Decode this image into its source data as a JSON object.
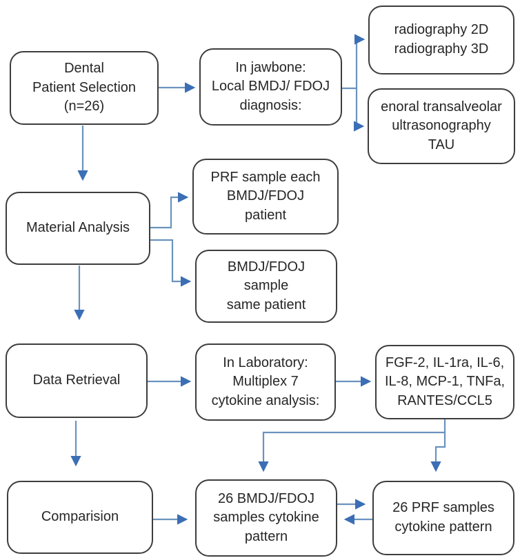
{
  "figure": {
    "type": "flowchart",
    "description": "Study workflow flowchart: dental patient selection, material analysis, data retrieval and comparison of cytokine patterns"
  },
  "colors": {
    "background": "#ffffff",
    "box_fill": "#ffffff",
    "box_border": "#3d3d3d",
    "text": "#262626",
    "connector_line": "#6a92bd",
    "arrowhead": "#3b6eb5"
  },
  "boxes": {
    "dental_patient_selection": {
      "label": "Dental\nPatient Selection\n(n=26)"
    },
    "jawbone_diagnosis": {
      "label": "In jawbone:\nLocal BMDJ/ FDOJ\ndiagnosis:"
    },
    "radiography": {
      "label": "radiography 2D\nradiography 3D"
    },
    "ultrasonography": {
      "label": "enoral transalveolar\nultrasonography\nTAU"
    },
    "material_analysis": {
      "label": "Material Analysis"
    },
    "prf_sample": {
      "label": "PRF sample each\nBMDJ/FDOJ\npatient"
    },
    "bmdj_sample": {
      "label": "BMDJ/FDOJ\nsample\nsame patient"
    },
    "data_retrieval": {
      "label": "Data Retrieval"
    },
    "laboratory_analysis": {
      "label": "In Laboratory:\nMultiplex 7\ncytokine analysis:"
    },
    "cytokine_panel": {
      "label": "FGF-2, IL-1ra, IL-6,\nIL-8, MCP-1, TNFa,\nRANTES/CCL5"
    },
    "comparision": {
      "label": "Comparision"
    },
    "bmdj_cytokine_pattern": {
      "label": "26 BMDJ/FDOJ\nsamples cytokine\npattern"
    },
    "prf_cytokine_pattern": {
      "label": "26 PRF samples\ncytokine pattern"
    }
  }
}
